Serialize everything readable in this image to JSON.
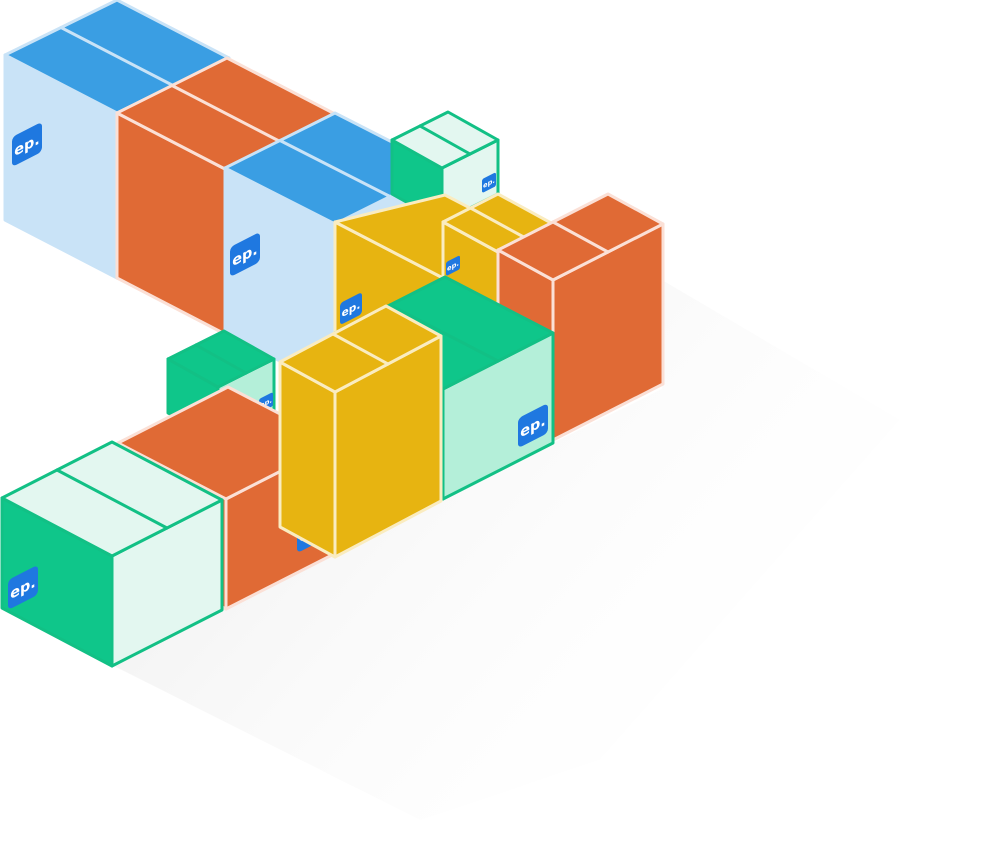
{
  "logo": {
    "text": "ep.",
    "background": "#1f78e0",
    "text_color": "#ffffff"
  },
  "palette": {
    "blue": {
      "top": "#3a9ee3",
      "left": "#c9e3f7",
      "right": "#c9e3f7",
      "stroke": "#c9e3f7"
    },
    "orange": {
      "top": "#e06a35",
      "left": "#e06a35",
      "right": "#e06a35",
      "stroke": "#fbe0d6"
    },
    "yellow": {
      "top": "#e7b411",
      "left": "#e7b411",
      "right": "#e7b411",
      "stroke": "#faecc0"
    },
    "green": {
      "top": "#0fc68a",
      "left": "#0fc68a",
      "right": "#b4efd9",
      "stroke": "#12c085"
    },
    "green_box": {
      "top": "#e3f7f0",
      "left": "#0fc68a",
      "right": "#e3f7f0",
      "stroke": "#12c085"
    },
    "shadow": "#e8e8e8"
  },
  "boxes": [
    {
      "name": "blue-box-back",
      "color": "blue",
      "logo": true
    },
    {
      "name": "orange-box-back",
      "color": "orange",
      "logo": false
    },
    {
      "name": "blue-box-middle",
      "color": "blue",
      "logo": true
    },
    {
      "name": "small-green-box-top",
      "color": "green_box",
      "logo": true
    },
    {
      "name": "yellow-box-middle",
      "color": "yellow",
      "logo": true
    },
    {
      "name": "small-yellow-box",
      "color": "yellow",
      "logo": true
    },
    {
      "name": "orange-box-corner",
      "color": "orange",
      "logo": false
    },
    {
      "name": "green-box-middle",
      "color": "green",
      "logo": true
    },
    {
      "name": "small-green-box-front",
      "color": "green",
      "logo": true
    },
    {
      "name": "orange-box-front",
      "color": "orange",
      "logo": true
    },
    {
      "name": "yellow-box-front",
      "color": "yellow",
      "logo": false
    },
    {
      "name": "green-box-front",
      "color": "green_box",
      "logo": true
    }
  ]
}
